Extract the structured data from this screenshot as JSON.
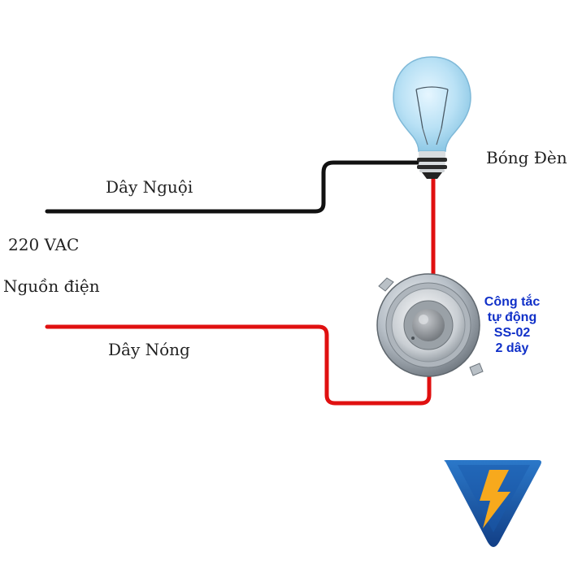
{
  "labels": {
    "neutral_wire": "Dây Nguội",
    "live_wire": "Dây Nóng",
    "voltage": "220 VAC",
    "power_source": "Nguồn điện",
    "bulb": "Bóng Đèn"
  },
  "switch_caption": [
    "Công tắc",
    "tự động",
    "SS-02",
    "2 dây"
  ],
  "colors": {
    "neutral_wire": "#111111",
    "live_wire": "#e01010",
    "caption": "#1030c8",
    "logo_blue": "#1c63b8",
    "logo_bolt": "#f7a91d"
  },
  "icons": [
    "light-bulb-icon",
    "motion-sensor-switch-icon",
    "lightning-logo-icon"
  ]
}
